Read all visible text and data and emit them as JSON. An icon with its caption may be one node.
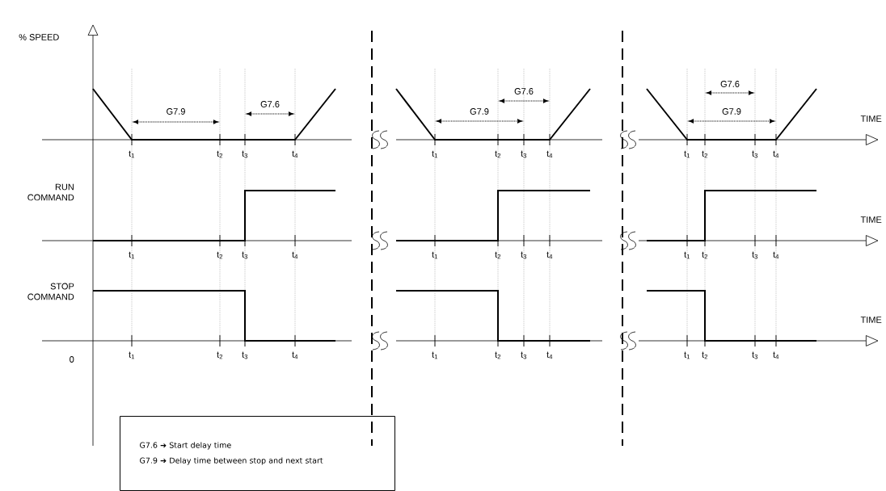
{
  "diagram": {
    "nodes": [
      {
        "text": [
          "G7.6 ➔ Start delay time",
          "G7.9 ➔ Delay time between stop and next start"
        ]
      }
    ],
    "labels": [
      "% SPEED",
      "G7.9",
      "G7.6",
      "G7.6",
      "G7.9",
      "G7.6",
      "G7.9",
      "TIME",
      "t$_{1}$",
      "t$_{2}$",
      "t$_{3}$",
      "t$_{4}$",
      "t$_{1}$",
      "t$_{2}$",
      "t$_{3}$",
      "t$_{4}$",
      "t$_{1}$",
      "t$_{2}$",
      "t$_{3}$",
      "t$_{4}$",
      "RUN COMMAND",
      "TIME",
      "t$_{1}$",
      "t$_{2}$",
      "t$_{3}$",
      "t$_{4}$",
      "t$_{1}$",
      "t$_{2}$",
      "t$_{3}$",
      "t$_{4}$",
      "t$_{1}$",
      "t$_{2}$",
      "t$_{3}$",
      "t$_{4}$",
      "STOP COMMAND",
      "TIME",
      "0",
      "t$_{1}$",
      "t$_{2}$",
      "t$_{3}$",
      "t$_{4}$",
      "t$_{1}$",
      "t$_{2}$",
      "t$_{3}$",
      "t$_{4}$",
      "t$_{1}$",
      "t$_{2}$",
      "t$_{3}$",
      "t$_{4}$"
    ]
  }
}
